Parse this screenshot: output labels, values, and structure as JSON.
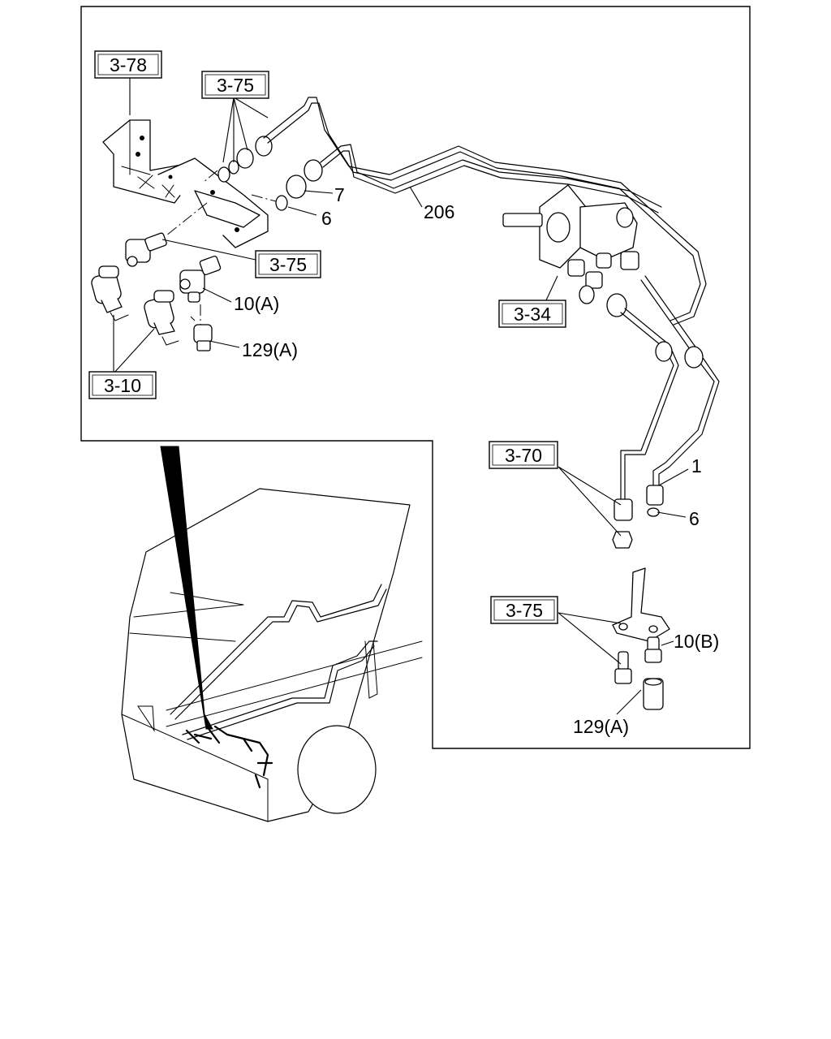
{
  "diagram": {
    "references": {
      "ref_3_78": "3-78",
      "ref_3_75_top": "3-75",
      "ref_3_75_mid": "3-75",
      "ref_3_34": "3-34",
      "ref_3_10": "3-10",
      "ref_3_70": "3-70",
      "ref_3_75_bottom": "3-75"
    },
    "part_labels": {
      "nut_7": "7",
      "washer_6_top": "6",
      "pipe_206": "206",
      "connector_10a": "10(A)",
      "fitting_129a_top": "129(A)",
      "pipe_1": "1",
      "washer_6_right": "6",
      "connector_10b": "10(B)",
      "fitting_129a_bottom": "129(A)"
    }
  }
}
